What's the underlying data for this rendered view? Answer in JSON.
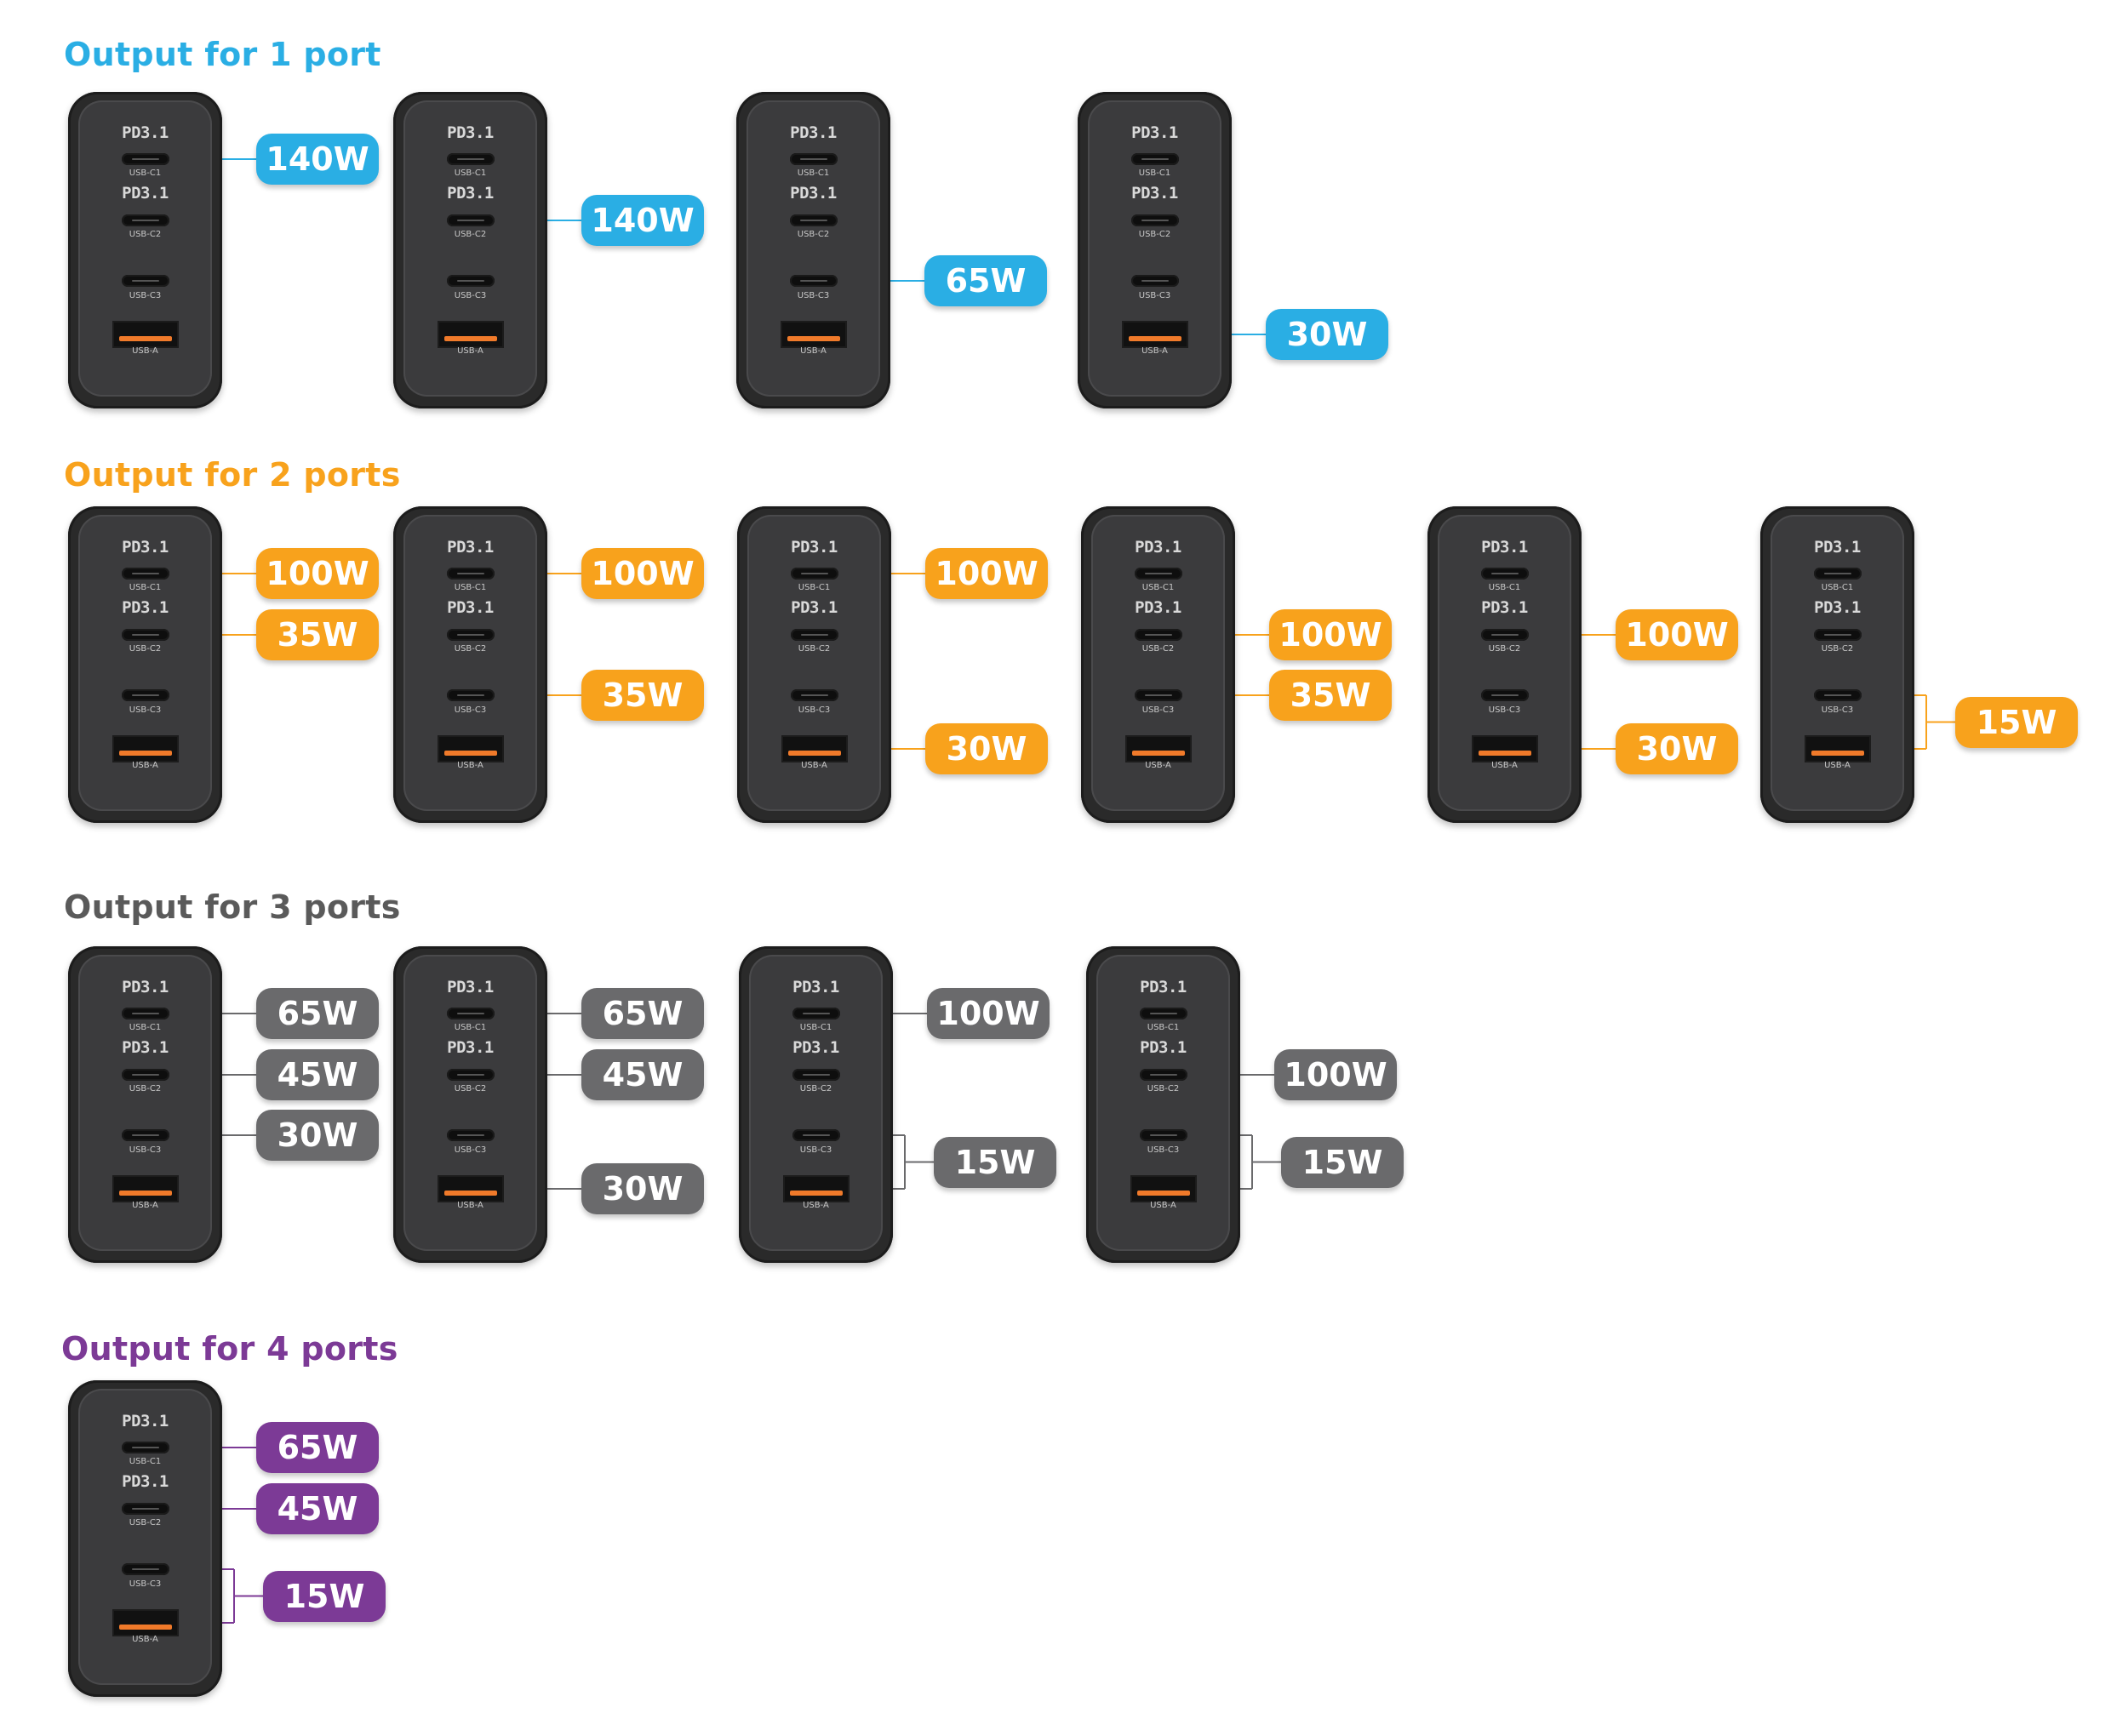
{
  "colors": {
    "blue": "#2aaee4",
    "orange": "#f8a21c",
    "gray": "#6a6a6c",
    "purple": "#7c3a96",
    "gray_title": "#5a5a5a"
  },
  "charger_labels": {
    "pd": "PD3.1",
    "c1": "USB-C1",
    "c2": "USB-C2",
    "c3": "USB-C3",
    "a": "USB-A"
  },
  "sections": [
    {
      "title": "Output for 1 port",
      "color": "blue",
      "titleColor": "blue",
      "chargers": [
        {
          "badges": [
            {
              "text": "140W",
              "ports": [
                "c1"
              ]
            }
          ]
        },
        {
          "badges": [
            {
              "text": "140W",
              "ports": [
                "c2"
              ]
            }
          ]
        },
        {
          "badges": [
            {
              "text": "65W",
              "ports": [
                "c3"
              ]
            }
          ]
        },
        {
          "badges": [
            {
              "text": "30W",
              "ports": [
                "a"
              ]
            }
          ]
        }
      ]
    },
    {
      "title": "Output for 2 ports",
      "color": "orange",
      "titleColor": "orange",
      "chargers": [
        {
          "badges": [
            {
              "text": "100W",
              "ports": [
                "c1"
              ]
            },
            {
              "text": "35W",
              "ports": [
                "c2"
              ]
            }
          ]
        },
        {
          "badges": [
            {
              "text": "100W",
              "ports": [
                "c1"
              ]
            },
            {
              "text": "35W",
              "ports": [
                "c3"
              ]
            }
          ]
        },
        {
          "badges": [
            {
              "text": "100W",
              "ports": [
                "c1"
              ]
            },
            {
              "text": "30W",
              "ports": [
                "a"
              ]
            }
          ]
        },
        {
          "badges": [
            {
              "text": "100W",
              "ports": [
                "c2"
              ]
            },
            {
              "text": "35W",
              "ports": [
                "c3"
              ]
            }
          ]
        },
        {
          "badges": [
            {
              "text": "100W",
              "ports": [
                "c2"
              ]
            },
            {
              "text": "30W",
              "ports": [
                "a"
              ]
            }
          ]
        },
        {
          "badges": [
            {
              "text": "15W",
              "ports": [
                "c3",
                "a"
              ]
            }
          ]
        }
      ]
    },
    {
      "title": "Output for 3 ports",
      "color": "gray",
      "titleColor": "gray_title",
      "chargers": [
        {
          "badges": [
            {
              "text": "65W",
              "ports": [
                "c1"
              ]
            },
            {
              "text": "45W",
              "ports": [
                "c2"
              ]
            },
            {
              "text": "30W",
              "ports": [
                "c3"
              ]
            }
          ]
        },
        {
          "badges": [
            {
              "text": "65W",
              "ports": [
                "c1"
              ]
            },
            {
              "text": "45W",
              "ports": [
                "c2"
              ]
            },
            {
              "text": "30W",
              "ports": [
                "a"
              ]
            }
          ]
        },
        {
          "badges": [
            {
              "text": "100W",
              "ports": [
                "c1"
              ]
            },
            {
              "text": "15W",
              "ports": [
                "c3",
                "a"
              ]
            }
          ]
        },
        {
          "badges": [
            {
              "text": "100W",
              "ports": [
                "c2"
              ]
            },
            {
              "text": "15W",
              "ports": [
                "c3",
                "a"
              ]
            }
          ]
        }
      ]
    },
    {
      "title": "Output for 4 ports",
      "color": "purple",
      "titleColor": "purple",
      "chargers": [
        {
          "badges": [
            {
              "text": "65W",
              "ports": [
                "c1"
              ]
            },
            {
              "text": "45W",
              "ports": [
                "c2"
              ]
            },
            {
              "text": "15W",
              "ports": [
                "c3",
                "a"
              ]
            }
          ]
        }
      ]
    }
  ]
}
